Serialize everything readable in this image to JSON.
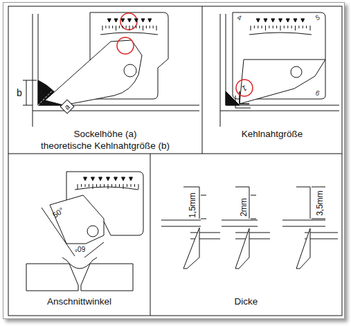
{
  "diagram": {
    "nodes": [
      {
        "text": [
          "Sockelhöhe (a)",
          "theoretische Kehlnahtgröße (b)"
        ]
      },
      {
        "text": [
          "Kehlnahtgröße"
        ]
      },
      {
        "text": [
          "Anschnittwinkel"
        ]
      },
      {
        "text": [
          "Dicke"
        ]
      }
    ],
    "labels": [
      "b",
      "a",
      "4",
      "5",
      "1",
      "9",
      "50°",
      "60°",
      "1,5mm",
      "2mm",
      "3,5mm"
    ]
  }
}
